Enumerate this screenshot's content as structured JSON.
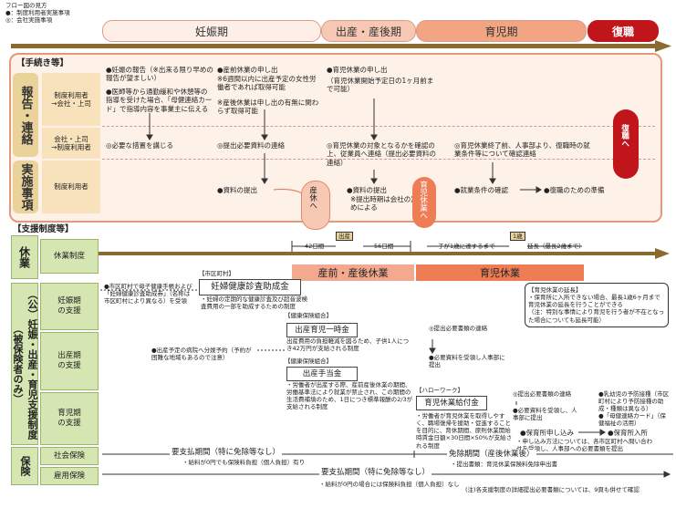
{
  "legend": {
    "title": "フロー図の見方",
    "line1": "●：制度利用者実施事項",
    "line2": "◎：会社実施事項"
  },
  "phases": {
    "pregnancy": "妊娠期",
    "birth": "出産・産後期",
    "childcare": "育児期",
    "return": "復職"
  },
  "procedures": {
    "section_title": "【手続き等】",
    "report_label": "報告・連絡",
    "impl_label": "実施事項",
    "row_user_to_company": "制度利用者\n→会社・上司",
    "row_company_to_user": "会社・上司\n→制度利用者",
    "row_user": "制度利用者",
    "p1": "●妊娠の報告（※出来る限り早めの報告が望ましい）",
    "p2": "●医師等から通勤緩和や休憩等の指導を受けた場合、「母健連絡カード」で指導内容を事業主に伝える",
    "p3": "●産前休業の申し出",
    "p4": "※6週間以内に出産予定の女性労働者であれば取得可能",
    "p5": "※産後休業は申し出の有無に関わらず取得可能",
    "p6": "●育児休業の申し出",
    "p7": "（育児休業開始予定日の1ヶ月前まで可能）",
    "c1": "◎必要な措置を講じる",
    "c2": "◎提出必要資料の連絡",
    "c3": "◎育児休業の対象となるかを確認の上、従業員へ連絡（提出必要資料の連絡）",
    "c4": "◎育児休業終了前、人事部より、復職時の就業条件等について確認連絡",
    "i1": "●資料の提出",
    "i2": "●資料の提出",
    "i3": "※提出時期は会社の定めによる",
    "i4": "●就業条件の確認",
    "i5": "●復職のための準備",
    "bubble_maternity": "産休へ",
    "bubble_childcare": "育児休業へ",
    "bubble_return": "復職へ"
  },
  "support": {
    "section_title": "【支援制度等】",
    "leave_group": "休業",
    "leave_label": "休業制度",
    "days42": "42日間",
    "days56": "56日間",
    "birth_marker": "出産",
    "until1": "子が1歳に達するまで",
    "one_year": "1歳",
    "ext": "延長（最長2歳まで）",
    "bar_maternity": "産前・産後休業",
    "bar_childcare": "育児休業",
    "ext_note": "【育児休業の延長】\n・保育所に入所できない場合、最長1歳6ヶ月まで育児休業の延長を行うことができる\n（注：特別な事情により育児を行う者が不在となった場合についても延長可能）",
    "main_group": "（公）妊娠・出産・育児支援制度（被保険者のみ）",
    "preg_label": "妊娠期\nの支援",
    "birth_label": "出産期\nの支援",
    "child_label": "育児期\nの支援",
    "municipal_tag": "【市区町村】",
    "checkup_box": "妊婦健康診査助成金",
    "checkup_note": "・妊婦の定期的な健康診査及び超音波検査費用の一部を助成するための制度",
    "preg_note": "●市区町村で母子健康手帳および「妊婦健康診査助成券」（名称は市区町村により異なる）を受領",
    "birth_note": "●出産予定の病院へ分娩予約（予約が困難な地域もあるので注意）",
    "health_tag1": "【健康保険組合】",
    "lump_box": "出産育児一時金",
    "lump_note": "出産費用の負担軽減を図るため、子供1人につき42万円が支給される制度",
    "health_tag2": "【健康保険組合】",
    "allow_box": "出産手当金",
    "allow_note": "・労働者が出産する際、産前産後休業の期間、労働基準法により就業が禁止され、この期間の生活費補填のため、1日につき標準報酬の2/3が支給される制度",
    "hw_tag": "【ハローワーク】",
    "benefit_box": "育児休業給付金",
    "benefit_note": "・労働者が育児休業を取得しやすく、職場復帰を援助・促進することを目的に、育休期間、原則休業開始時賃金日額×30日間×50%が支給される制度",
    "s1": "◎提出必要書類の連絡",
    "s2": "●必要資料を受領し人事部に提出",
    "s3": "◎提出必要書類の連絡",
    "s4": "●必要資料を受領し、人事部に提出",
    "s5": "●乳幼児の予防接種（市区町村により予防接種の助成・種類は異なる）",
    "s6": "●「母健連絡カード」（保健福祉の活用）",
    "s7": "●保育所申し込み",
    "s8": "・申し込み方法については、各市区町村へ問い合わせを受領し、人事部への必要書類を提出",
    "s9": "●保育所入所",
    "ins_group": "保険",
    "social": "社会保険",
    "employment": "雇用保険",
    "pay1": "要支払期間（特に免除等なし）",
    "pay1_note": "・給料が0円でも保険料負担（個人負担）有り",
    "exempt": "免除期間（産後休業後）",
    "exempt_note": "・提出書類：育児休業保険料免除申出書",
    "pay2": "要支払期間（特に免除等なし）",
    "pay2_note": "・給料が0円の場合には保険料負担（個人負担）なし",
    "footnote": "(注)各支援制度の詳細提出必要書類については、9頁も併せて確認"
  },
  "colors": {
    "arrow": "#8a6a2e",
    "salmon": "#f3a98e",
    "orange": "#ee7d55",
    "red": "#c0151a",
    "tan": "#ead29b",
    "green": "#d6e6b3"
  }
}
